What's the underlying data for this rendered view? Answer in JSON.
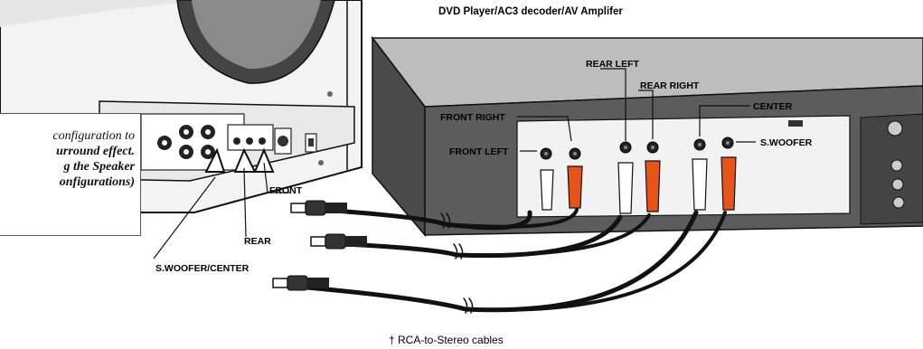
{
  "device_title": "DVD Player/AC3 decoder/AV Amplifer",
  "note": {
    "line1": "configuration to",
    "line2": "urround effect.",
    "line3": "g the Speaker",
    "line4": "onfigurations)"
  },
  "jack_labels": {
    "front_right": "FRONT RIGHT",
    "front_left": "FRONT LEFT",
    "rear_left": "REAR LEFT",
    "rear_right": "REAR RIGHT",
    "center": "CENTER",
    "swoofer": "S.WOOFER"
  },
  "cable_labels": {
    "front": "FRONT",
    "rear": "REAR",
    "swoofer_center": "S.WOOFER/CENTER"
  },
  "caption": "† RCA-to-Stereo cables"
}
